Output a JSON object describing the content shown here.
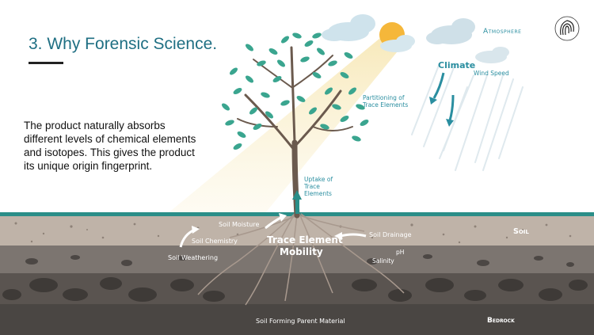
{
  "slide": {
    "title": "3. Why Forensic Science.",
    "body": "The product naturally absorbs different levels of chemical elements and isotopes. This gives the product its unique origin fingerprint."
  },
  "diagram": {
    "atmosphere": "Atmosphere",
    "climate": "Climate",
    "wind_speed": "Wind Speed",
    "partitioning": "Partitioning of Trace Elements",
    "uptake": "Uptake of Trace Elements",
    "soil_moisture": "Soil Moisture",
    "soil_chemistry": "Soil Chemistry",
    "soil_weathering": "Soil Weathering",
    "trace_mobility_1": "Trace Element",
    "trace_mobility_2": "Mobility",
    "soil_drainage": "Soil Drainage",
    "ph": "pH",
    "salinity": "Salinity",
    "soil": "Soil",
    "parent_material": "Soil Forming Parent Material",
    "bedrock": "Bedrock"
  },
  "colors": {
    "title": "#1f6f83",
    "accent_teal": "#2a8ea0",
    "leaf": "#3aa58f",
    "trunk": "#6b5a4e",
    "soil_top": "#bfb3a8",
    "soil_mid": "#7c7570",
    "soil_dark": "#5a5450",
    "bedrock": "#4a4643"
  },
  "icons": {
    "logo": "fingerprint-icon"
  }
}
